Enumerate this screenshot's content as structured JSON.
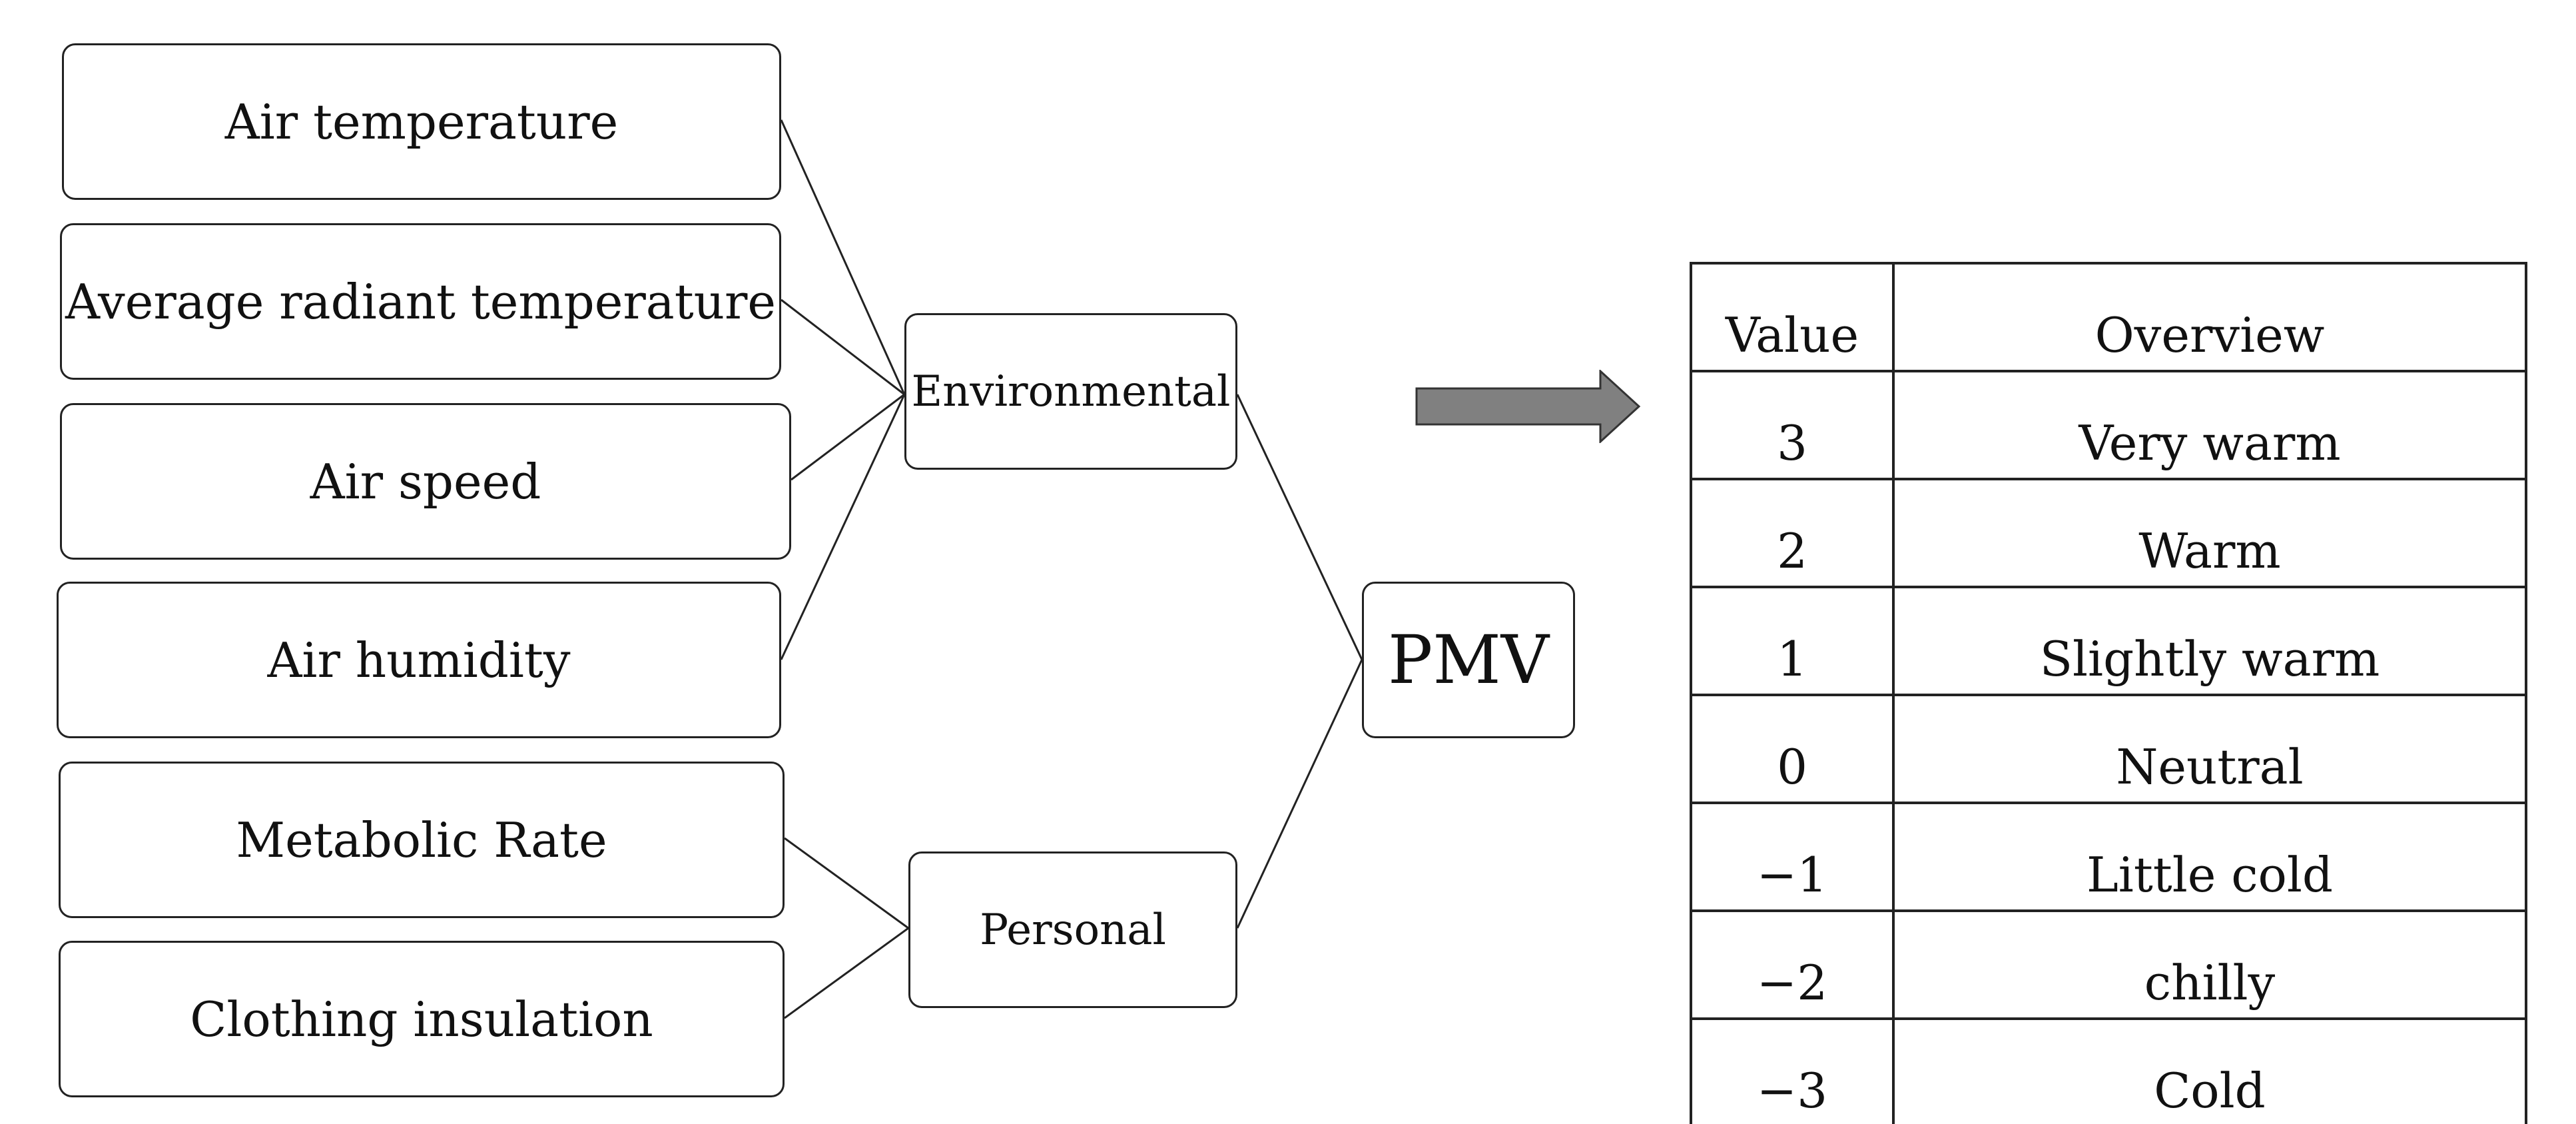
{
  "factors": {
    "air_temperature": "Air temperature",
    "average_radiant_temperature": "Average radiant temperature",
    "air_speed": "Air speed",
    "air_humidity": "Air humidity",
    "metabolic_rate": "Metabolic Rate",
    "clothing_insulation": "Clothing insulation"
  },
  "groups": {
    "environmental": "Environmental",
    "personal": "Personal"
  },
  "output": {
    "label": "PMV"
  },
  "arrow": {
    "icon": "right-arrow-icon",
    "fill": "#808080",
    "stroke": "#333333"
  },
  "table": {
    "headers": {
      "value": "Value",
      "overview": "Overview"
    },
    "rows": [
      {
        "value": "3",
        "overview": "Very warm"
      },
      {
        "value": "2",
        "overview": "Warm"
      },
      {
        "value": "1",
        "overview": "Slightly warm"
      },
      {
        "value": "0",
        "overview": "Neutral"
      },
      {
        "value": "−1",
        "overview": "Little cold"
      },
      {
        "value": "−2",
        "overview": "chilly"
      },
      {
        "value": "−3",
        "overview": "Cold"
      }
    ]
  }
}
